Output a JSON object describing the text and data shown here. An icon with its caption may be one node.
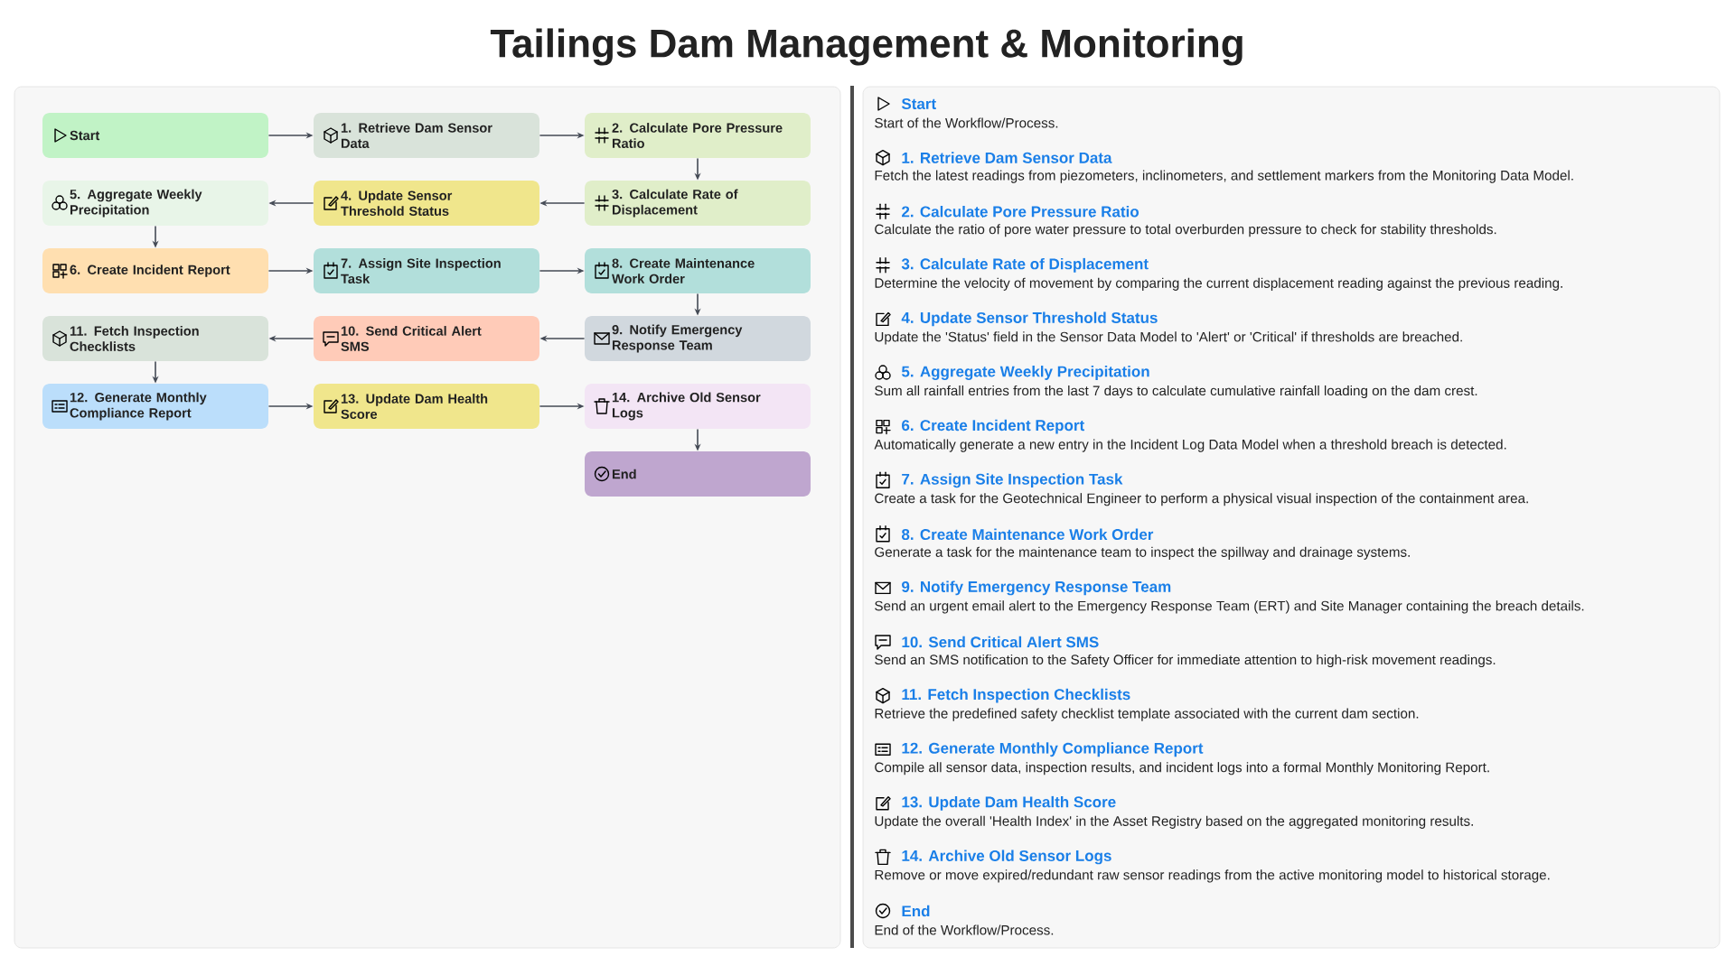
{
  "diagram": {
    "title": "Tailings Dam Management & Monitoring",
    "nodes": [
      {
        "text": [
          "Start"
        ]
      },
      {
        "text": [
          "1. Retrieve Dam Sensor Data"
        ]
      },
      {
        "text": [
          "2. Calculate Pore Pressure Ratio"
        ]
      },
      {
        "text": [
          "3. Calculate Rate of Displacement"
        ]
      },
      {
        "text": [
          "4. Update Sensor Threshold Status"
        ]
      },
      {
        "text": [
          "5. Aggregate Weekly Precipitation"
        ]
      },
      {
        "text": [
          "6. Create Incident Report"
        ]
      },
      {
        "text": [
          "7. Assign Site Inspection Task"
        ]
      },
      {
        "text": [
          "8. Create Maintenance Work Order"
        ]
      },
      {
        "text": [
          "9. Notify Emergency Response Team"
        ]
      },
      {
        "text": [
          "10. Send Critical Alert SMS"
        ]
      },
      {
        "text": [
          "11. Fetch Inspection Checklists"
        ]
      },
      {
        "text": [
          "12. Generate Monthly Compliance Report"
        ]
      },
      {
        "text": [
          "13. Update Dam Health Score"
        ]
      },
      {
        "text": [
          "14. Archive Old Sensor Logs"
        ]
      },
      {
        "text": [
          "End"
        ]
      }
    ],
    "edges": [
      {
        "from": 0,
        "to": 1,
        "arrow": "to"
      },
      {
        "from": 1,
        "to": 2,
        "arrow": "to"
      },
      {
        "from": 2,
        "to": 3,
        "arrow": "to"
      },
      {
        "from": 3,
        "to": 4,
        "arrow": "to"
      },
      {
        "from": 4,
        "to": 5,
        "arrow": "to"
      },
      {
        "from": 5,
        "to": 6,
        "arrow": "to"
      },
      {
        "from": 6,
        "to": 7,
        "arrow": "to"
      },
      {
        "from": 7,
        "to": 8,
        "arrow": "to"
      },
      {
        "from": 8,
        "to": 9,
        "arrow": "to"
      },
      {
        "from": 9,
        "to": 10,
        "arrow": "to"
      },
      {
        "from": 10,
        "to": 11,
        "arrow": "to"
      },
      {
        "from": 11,
        "to": 12,
        "arrow": "to"
      },
      {
        "from": 12,
        "to": 13,
        "arrow": "to"
      },
      {
        "from": 13,
        "to": 14,
        "arrow": "to"
      },
      {
        "from": 14,
        "to": 15,
        "arrow": "to"
      }
    ],
    "labels": [
      "Start",
      "Start of the Workflow/Process.",
      "1. Retrieve Dam Sensor Data",
      "Fetch the latest readings from piezometers, inclinometers, and settlement markers from the Monitoring Data Model.",
      "2. Calculate Pore Pressure Ratio",
      "Calculate the ratio of pore water pressure to total overburden pressure to check for stability thresholds.",
      "3. Calculate Rate of Displacement",
      "Determine the velocity of movement by comparing the current displacement reading against the previous reading.",
      "4. Update Sensor Threshold Status",
      "Update the 'Status' field in the Sensor Data Model to 'Alert' or 'Critical' if thresholds are breached.",
      "5. Aggregate Weekly Precipitation",
      "Sum all rainfall entries from the last 7 days to calculate cumulative rainfall loading on the dam crest.",
      "6. Create Incident Report",
      "Automatically generate a new entry in the Incident Log Data Model when a threshold breach is detected.",
      "7. Assign Site Inspection Task",
      "Create a task for the Geotechnical Engineer to perform a physical visual inspection of the containment area.",
      "8. Create Maintenance Work Order",
      "Generate a task for the maintenance team to inspect the spillway and drainage systems.",
      "9. Notify Emergency Response Team",
      "Send an urgent email alert to the Emergency Response Team (ERT) and Site Manager containing the breach details.",
      "10. Send Critical Alert SMS",
      "Send an SMS notification to the Safety Officer for immediate attention to high-risk movement readings.",
      "11. Fetch Inspection Checklists",
      "Retrieve the predefined safety checklist template associated with the current dam section.",
      "12. Generate Monthly Compliance Report",
      "Compile all sensor data, inspection results, and incident logs into a formal Monthly Monitoring Report.",
      "13. Update Dam Health Score",
      "Update the overall 'Health Index' in the Asset Registry based on the aggregated monitoring results.",
      "14. Archive Old Sensor Logs",
      "Remove or move expired/redundant raw sensor readings from the active monitoring model to historical storage.",
      "End",
      "End of the Workflow/Process."
    ]
  }
}
